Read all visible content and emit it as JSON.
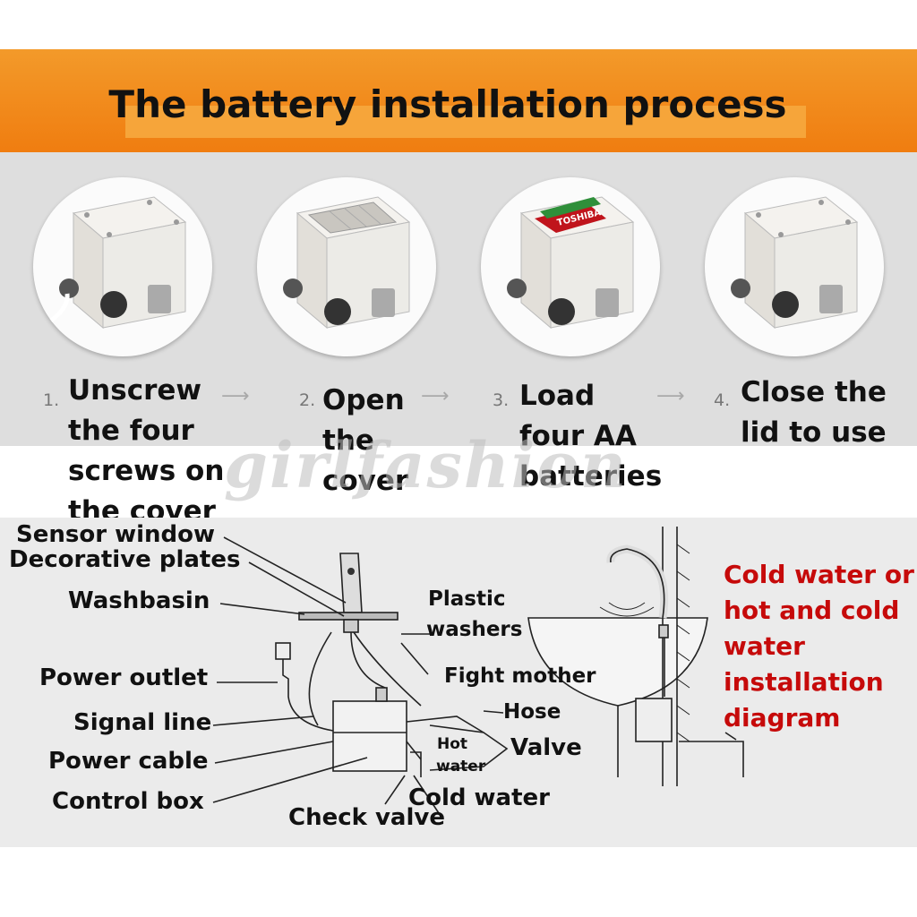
{
  "title": "The battery installation process",
  "steps": [
    {
      "number": "1.",
      "text": "Unscrew the four screws on the cover"
    },
    {
      "number": "2.",
      "text": "Open the cover"
    },
    {
      "number": "3.",
      "text": "Load four AA batteries"
    },
    {
      "number": "4.",
      "text": "Close the lid to use"
    }
  ],
  "battery_brand": "TOSHIBA",
  "watermark": "girlfashion",
  "labels": {
    "sensor_window": "Sensor window",
    "decorative_plates": "Decorative plates",
    "washbasin": "Washbasin",
    "power_outlet": "Power outlet",
    "signal_line": "Signal line",
    "power_cable": "Power cable",
    "control_box": "Control box",
    "plastic_washers_1": "Plastic",
    "plastic_washers_2": "washers",
    "fight_mother": "Fight mother",
    "hose": "Hose",
    "hot_water_1": "Hot",
    "hot_water_2": "water",
    "valve": "Valve",
    "cold_water": "Cold water",
    "check_valve": "Check valve"
  },
  "note": "Cold water or hot and cold water installation diagram",
  "colors": {
    "banner": "#f07d10",
    "note": "#c60a0a",
    "panel": "#dedede"
  }
}
